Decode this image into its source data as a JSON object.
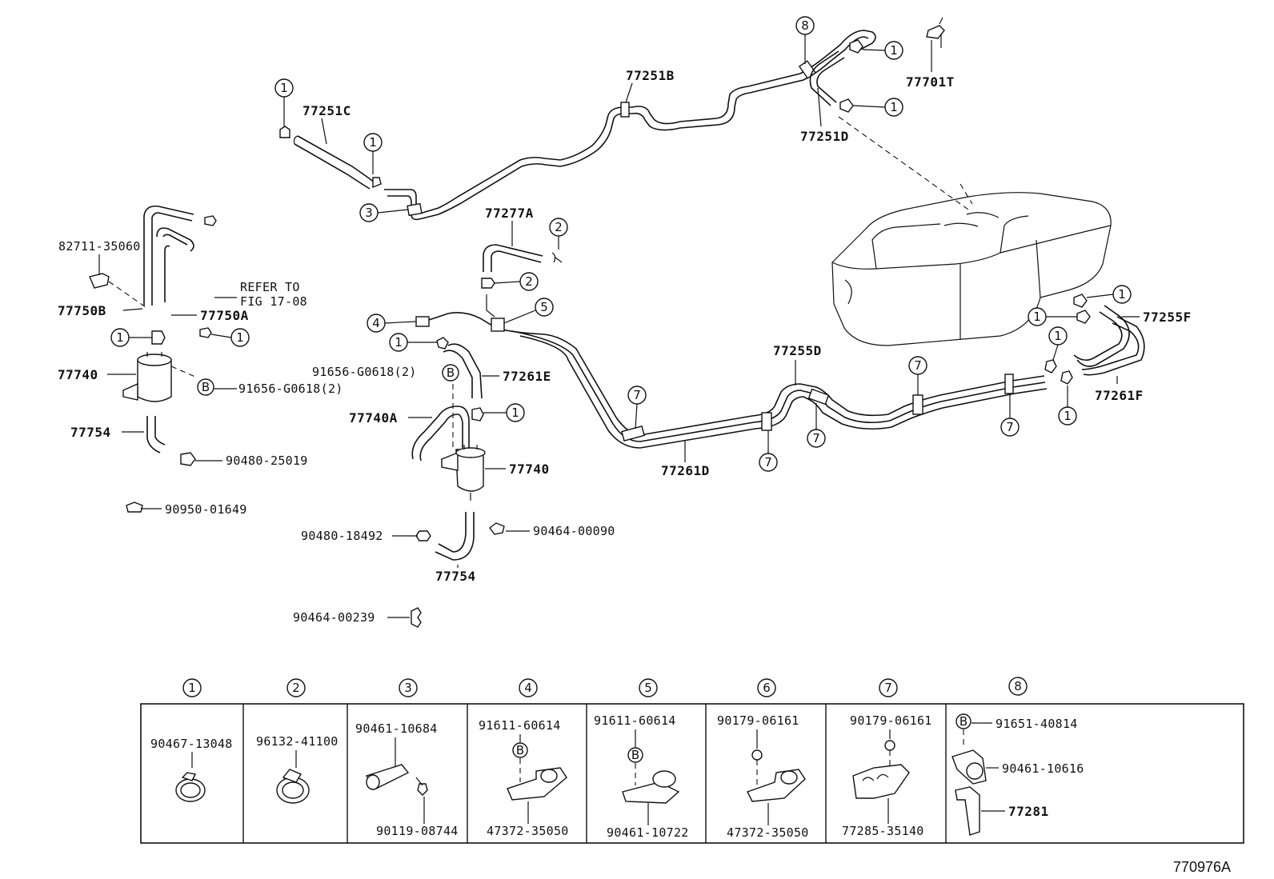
{
  "diagram": {
    "figure_id": "770976A",
    "callouts": {
      "c1": "1",
      "c2": "2",
      "c3": "3",
      "c4": "4",
      "c5": "5",
      "c6": "6",
      "c7": "7",
      "c8": "8",
      "cB": "B"
    },
    "labels": {
      "p77251B": "77251B",
      "p77251C": "77251C",
      "p77251D": "77251D",
      "p77701T": "77701T",
      "p82711": "82711-35060",
      "refer1": "REFER TO",
      "refer2": "FIG 17-08",
      "p77750B": "77750B",
      "p77750A": "77750A",
      "p77740_left": "77740",
      "p91656_left": "91656-G0618(2)",
      "p77754_left": "77754",
      "p90480_25019": "90480-25019",
      "p90950": "90950-01649",
      "p77277A": "77277A",
      "p91656_mid": "91656-G0618(2)",
      "p77261E": "77261E",
      "p77740A": "77740A",
      "p77740_mid": "77740",
      "p90480_18492": "90480-18492",
      "p90464_00090": "90464-00090",
      "p77754_mid": "77754",
      "p90464_00239": "90464-00239",
      "p77261D": "77261D",
      "p77255D": "77255D",
      "p77255F": "77255F",
      "p77261F": "77261F"
    },
    "legend": [
      {
        "num": "1",
        "parts": [
          "90467-13048"
        ]
      },
      {
        "num": "2",
        "parts": [
          "96132-41100"
        ]
      },
      {
        "num": "3",
        "parts": [
          "90461-10684",
          "90119-08744"
        ]
      },
      {
        "num": "4",
        "parts": [
          "91611-60614",
          "47372-35050"
        ]
      },
      {
        "num": "5",
        "parts": [
          "91611-60614",
          "90461-10722"
        ]
      },
      {
        "num": "6",
        "parts": [
          "90179-06161",
          "47372-35050"
        ]
      },
      {
        "num": "7",
        "parts": [
          "90179-06161",
          "77285-35140"
        ]
      },
      {
        "num": "8",
        "parts": [
          "91651-40814",
          "90461-10616",
          "77281"
        ]
      }
    ]
  }
}
